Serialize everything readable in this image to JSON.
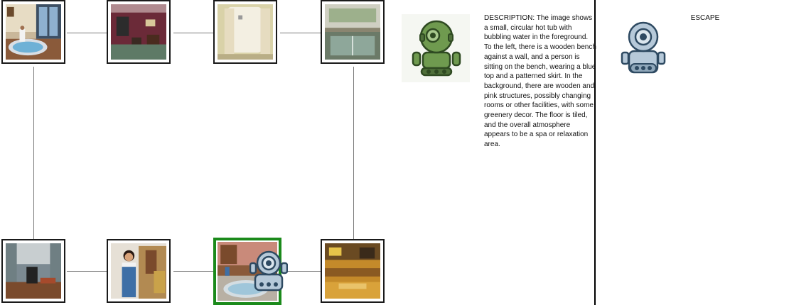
{
  "panel": {
    "description_label": "DESCRIPTION:",
    "description_text": "The image shows a small, circular hot tub with bubbling water in the foreground. To the left, there is a wooden bench against a wall, and a person is sitting on the bench, wearing a blue top and a patterned skirt. In the background, there are wooden and pink structures, possibly changing rooms or other facilities, with some greenery decor. The floor is tiled, and the overall atmosphere appears to be a spa or relaxation area.",
    "escape_label": "ESCAPE"
  },
  "map": {
    "current_room": "room-r2-c3",
    "rooms": [
      {
        "id": "room-r1-c1",
        "scene": "hot tub suite with windows"
      },
      {
        "id": "room-r1-c2",
        "scene": "maroon lounge room"
      },
      {
        "id": "room-r1-c3",
        "scene": "shower room with curtain"
      },
      {
        "id": "room-r1-c4",
        "scene": "indoor pool"
      },
      {
        "id": "room-r2-c1",
        "scene": "living room with chairs"
      },
      {
        "id": "room-r2-c2",
        "scene": "person in overalls by paintings"
      },
      {
        "id": "room-r2-c3",
        "scene": "spa hot tub with bench"
      },
      {
        "id": "room-r2-c4",
        "scene": "cafeteria with counters"
      }
    ],
    "connections": [
      [
        "room-r1-c1",
        "room-r1-c2"
      ],
      [
        "room-r1-c2",
        "room-r1-c3"
      ],
      [
        "room-r1-c3",
        "room-r1-c4"
      ],
      [
        "room-r1-c1",
        "room-r2-c1"
      ],
      [
        "room-r1-c4",
        "room-r2-c4"
      ],
      [
        "room-r2-c1",
        "room-r2-c2"
      ],
      [
        "room-r2-c2",
        "room-r2-c3"
      ],
      [
        "room-r2-c3",
        "room-r2-c4"
      ]
    ]
  },
  "colors": {
    "current_room_border": "#1b8a1b",
    "agent_robot": "#6f9a4f",
    "escape_robot": "#b6c9d9"
  },
  "icons": {
    "agent": "green-robot-icon",
    "player": "blue-robot-icon",
    "escape": "blue-robot-icon"
  }
}
